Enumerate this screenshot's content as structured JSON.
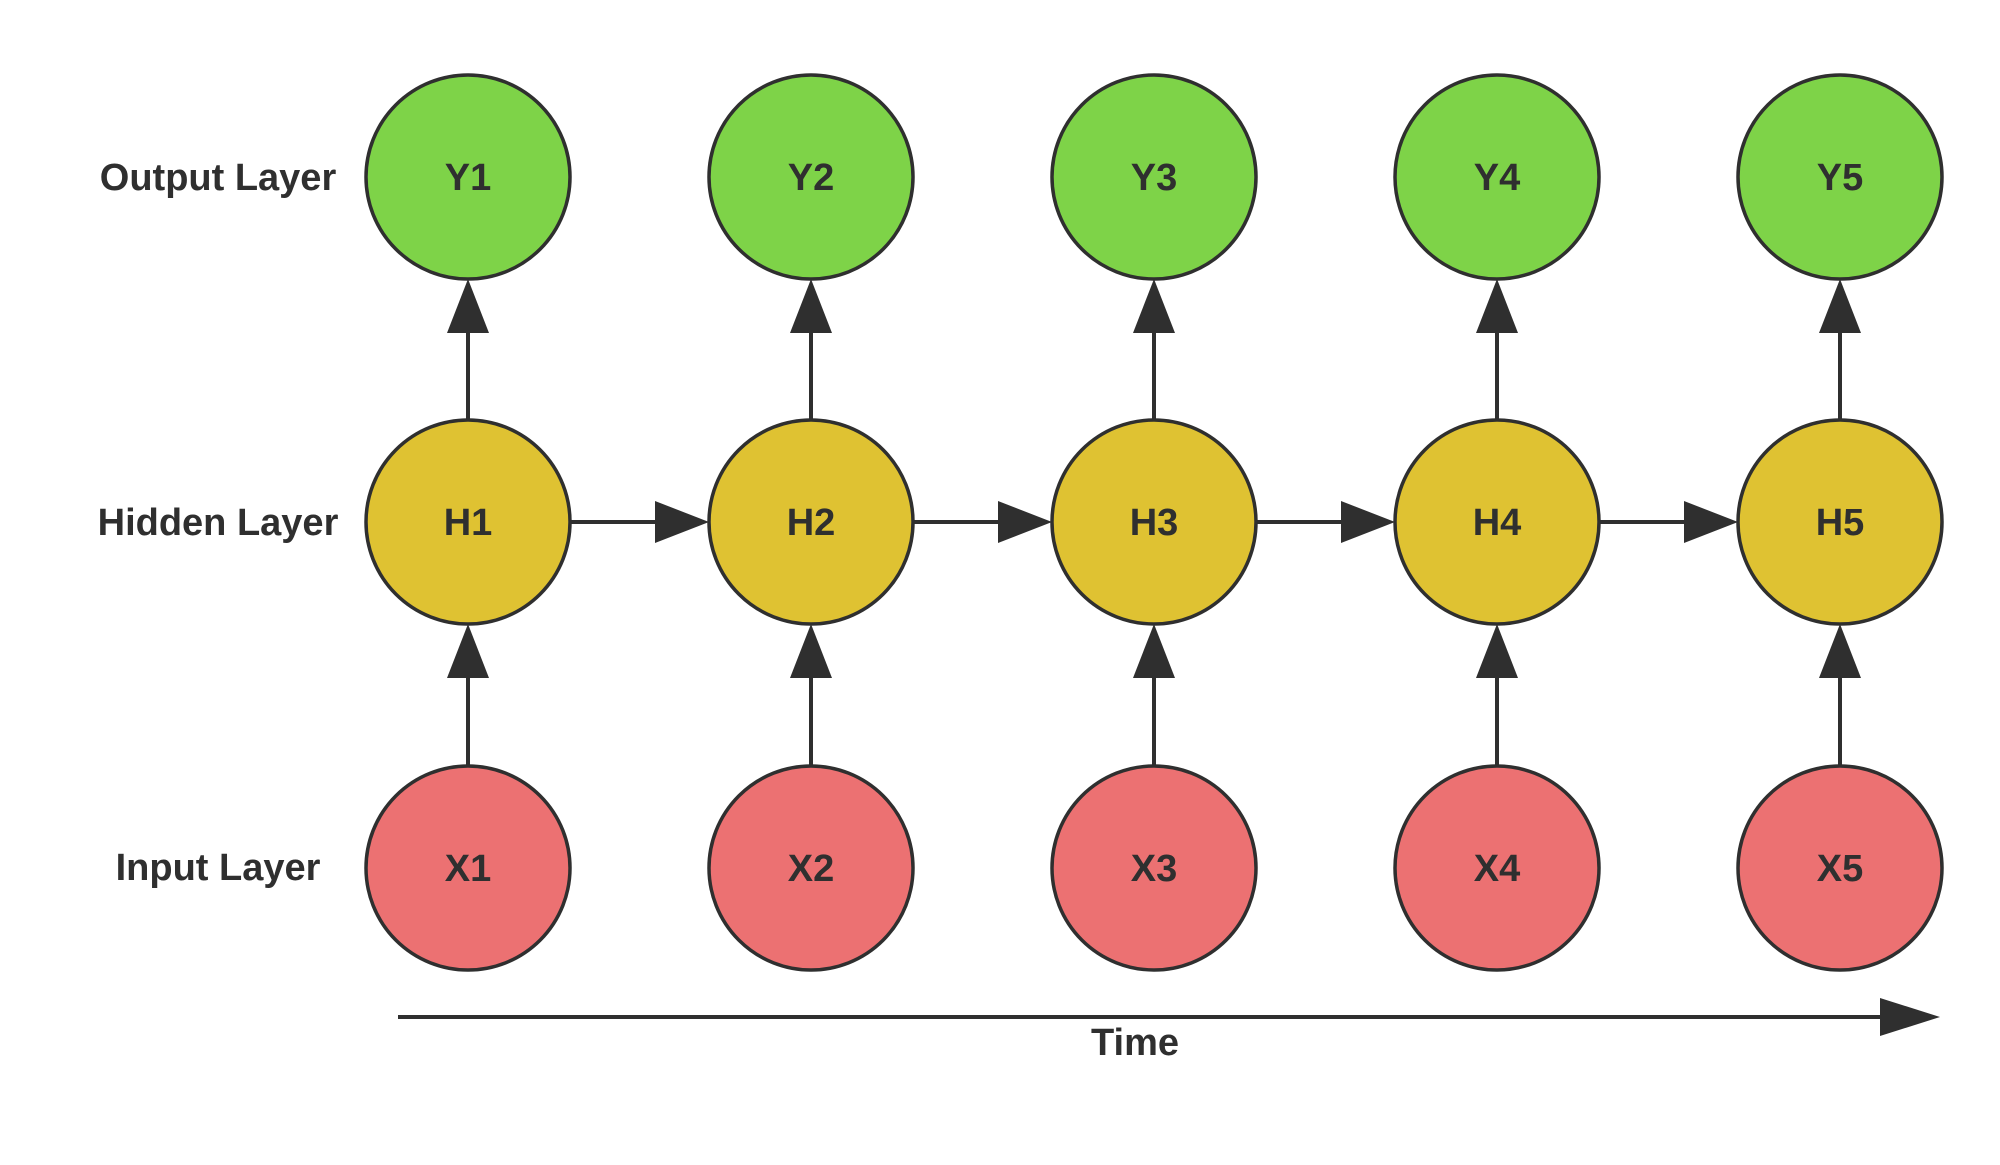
{
  "layers": {
    "output": {
      "label": "Output Layer",
      "color": "#7ed348",
      "nodes": [
        "Y1",
        "Y2",
        "Y3",
        "Y4",
        "Y5"
      ]
    },
    "hidden": {
      "label": "Hidden Layer",
      "color": "#dfc232",
      "nodes": [
        "H1",
        "H2",
        "H3",
        "H4",
        "H5"
      ]
    },
    "input": {
      "label": "Input Layer",
      "color": "#ec7172",
      "nodes": [
        "X1",
        "X2",
        "X3",
        "X4",
        "X5"
      ]
    }
  },
  "time_axis": {
    "label": "Time"
  },
  "edges": [
    [
      "X1",
      "H1"
    ],
    [
      "X2",
      "H2"
    ],
    [
      "X3",
      "H3"
    ],
    [
      "X4",
      "H4"
    ],
    [
      "X5",
      "H5"
    ],
    [
      "H1",
      "Y1"
    ],
    [
      "H2",
      "Y2"
    ],
    [
      "H3",
      "Y3"
    ],
    [
      "H4",
      "Y4"
    ],
    [
      "H5",
      "Y5"
    ],
    [
      "H1",
      "H2"
    ],
    [
      "H2",
      "H3"
    ],
    [
      "H3",
      "H4"
    ],
    [
      "H4",
      "H5"
    ]
  ],
  "colors": {
    "stroke": "#2f2f2f"
  }
}
